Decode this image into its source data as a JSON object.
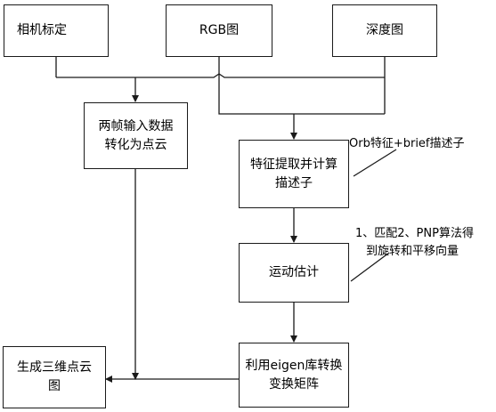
{
  "nodes": {
    "camera_calibration": "相机标定",
    "rgb_image": "RGB图",
    "depth_image": "深度图",
    "two_frames_to_cloud": "两帧输入数据转化为点云",
    "feature_extraction": "特征提取并计算描述子",
    "motion_estimation": "运动估计",
    "eigen_transform": "利用eigen库转换变换矩阵",
    "generate_cloud": "生成三维点云图"
  },
  "annotations": {
    "orb_note": "Orb特征+brief描述子",
    "match_note_line1": "1、匹配2、PNP算法得",
    "match_note_line2": "到旋转和平移向量"
  }
}
